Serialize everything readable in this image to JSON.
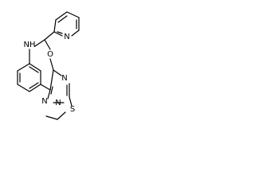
{
  "structure": {
    "atoms": {
      "nh": "NH",
      "n_pyridine": "N",
      "o_ring": "O",
      "n_triazine_top": "N",
      "n_triazine_left": "N",
      "n_triazine_bottom": "N",
      "s_thioether": "S"
    }
  }
}
